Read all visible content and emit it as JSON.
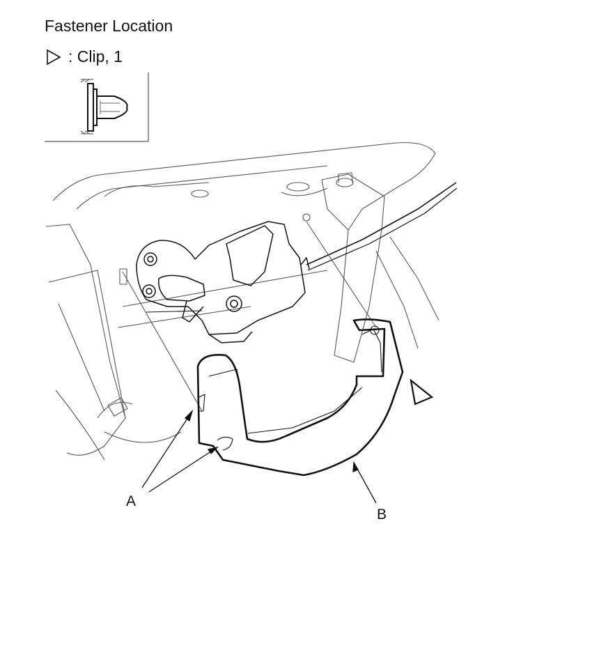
{
  "title": "Fastener Location",
  "legend": {
    "symbol": "triangle-outline-icon",
    "text": ": Clip, 1"
  },
  "callouts": {
    "a": "A",
    "b": "B"
  },
  "colors": {
    "line": "#111111",
    "background": "#ffffff"
  }
}
